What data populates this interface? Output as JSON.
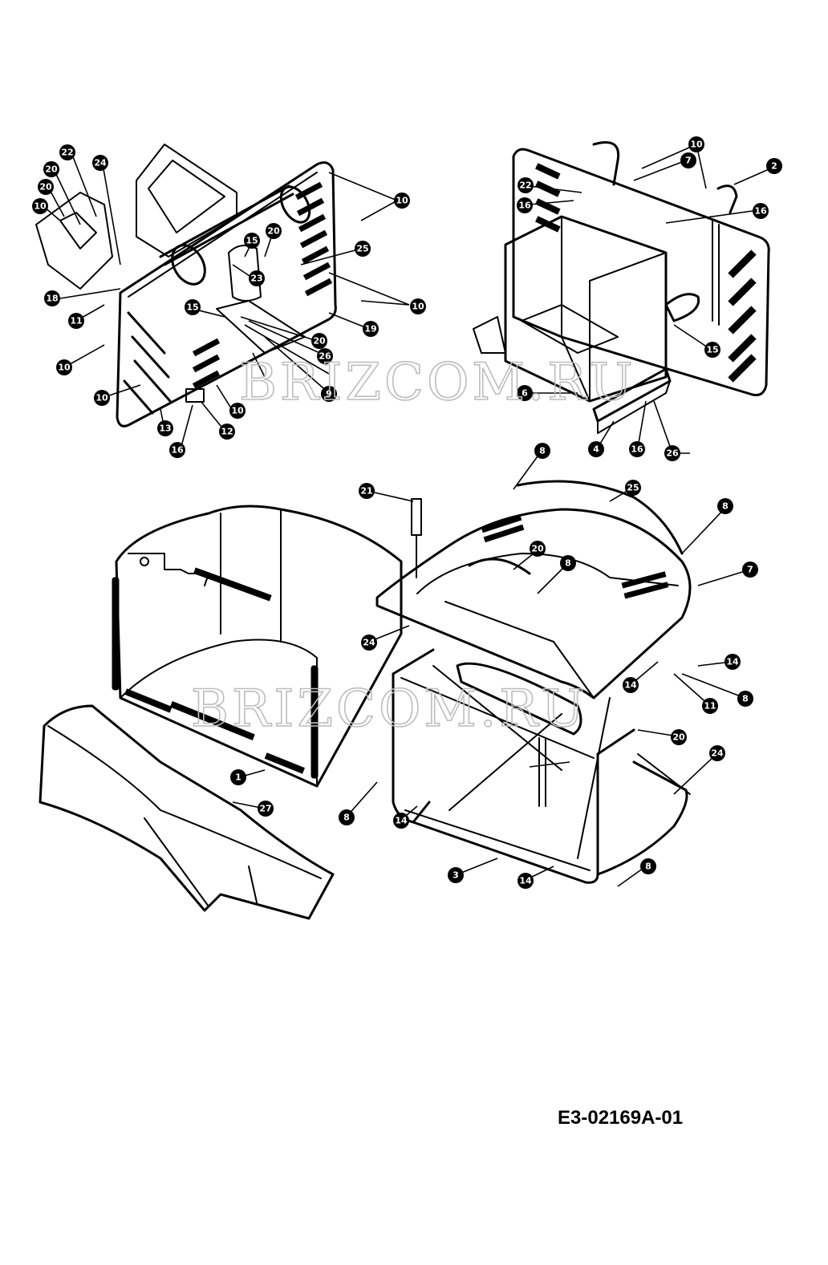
{
  "drawing_code": "E3-02169A-01",
  "watermark": "BRIZCOM.RU",
  "callouts": {
    "left_assembly": [
      "22",
      "24",
      "20",
      "20",
      "10",
      "18",
      "10",
      "20",
      "25",
      "15",
      "23",
      "15",
      "10",
      "11",
      "10",
      "10",
      "13",
      "12",
      "10",
      "16",
      "19",
      "20",
      "26",
      "9"
    ],
    "right_assembly": [
      "10",
      "7",
      "2",
      "22",
      "16",
      "16",
      "6",
      "15",
      "4",
      "16",
      "26"
    ],
    "bag_assembly": [
      "8",
      "21",
      "25",
      "8",
      "20",
      "8",
      "7",
      "24",
      "14",
      "8",
      "11",
      "14",
      "20",
      "24",
      "8",
      "14",
      "3",
      "14",
      "8",
      "1",
      "27"
    ]
  }
}
